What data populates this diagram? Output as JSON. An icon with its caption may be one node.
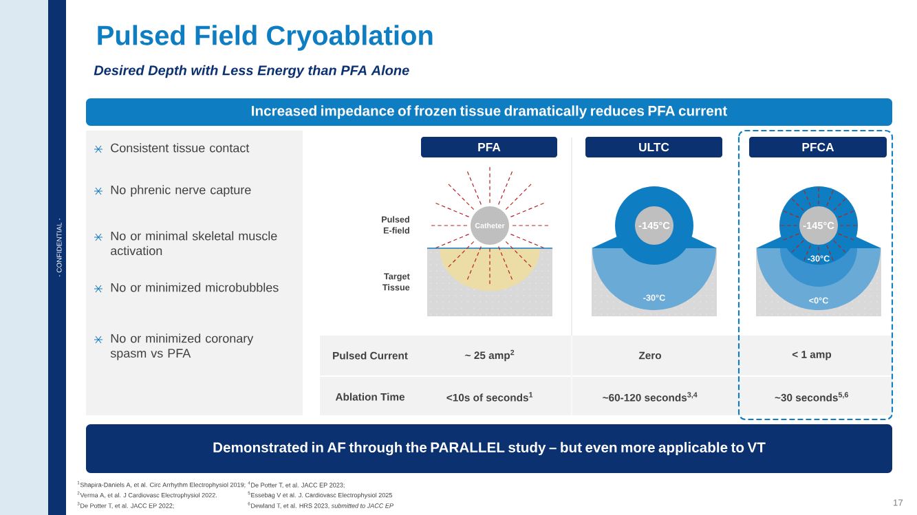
{
  "diagram": {
    "title": "Pulsed Field Cryoablation",
    "nodes": [
      {
        "text": [
          "Increased impedance of frozen tissue dramatically reduces PFA current"
        ]
      },
      {
        "text": [
          "Consistent tissue contact",
          "No phrenic nerve capture",
          "No or minimal skeletal muscle activation",
          "No or minimized microbubbles",
          "No or minimized coronary spasm vs PFA"
        ]
      },
      {
        "text": [
          "PFA"
        ]
      },
      {
        "text": [
          "ULTC"
        ]
      },
      {
        "text": [
          "PFCA"
        ]
      },
      {
        "text": [
          "Catheter"
        ]
      },
      {
        "text": [
          "-145°C"
        ]
      },
      {
        "text": [
          "-145°C"
        ]
      },
      {
        "text": [
          "Demonstrated in AF through the PARALLEL study – but even more applicable to VT"
        ]
      }
    ],
    "labels": [
      "Desired Depth with Less Energy than PFA Alone",
      "- CONFIDENTIAL -",
      "Pulsed E-field",
      "Target Tissue",
      "-30°C",
      "-30°C",
      "<0°C",
      "Pulsed Current",
      "~ 25 amp$^{2}$",
      "Zero",
      "< 1 amp",
      "Ablation Time",
      "<10s of seconds$^{1}$",
      "~60-120 seconds$^{3,4}$",
      "~30 seconds$^{5,6}$",
      "$^{1}$Shapira-Daniels A, et al. Circ Arrhythm Electrophysiol 2019;",
      "$^{2}$Verma A, et al. J Cardiovasc Electrophysiol 2022.",
      "$^{3}$De Potter T, et al. JACC EP 2022;",
      "$^{4}$De Potter T, et al. JACC EP 2023;",
      "$^{5}$Essebag V et al. J. Cardiovasc Electrophysiol 2025",
      "$^{6}$Dewland T, et al. HRS 2023, *submitted to JACC EP*",
      "17"
    ]
  }
}
